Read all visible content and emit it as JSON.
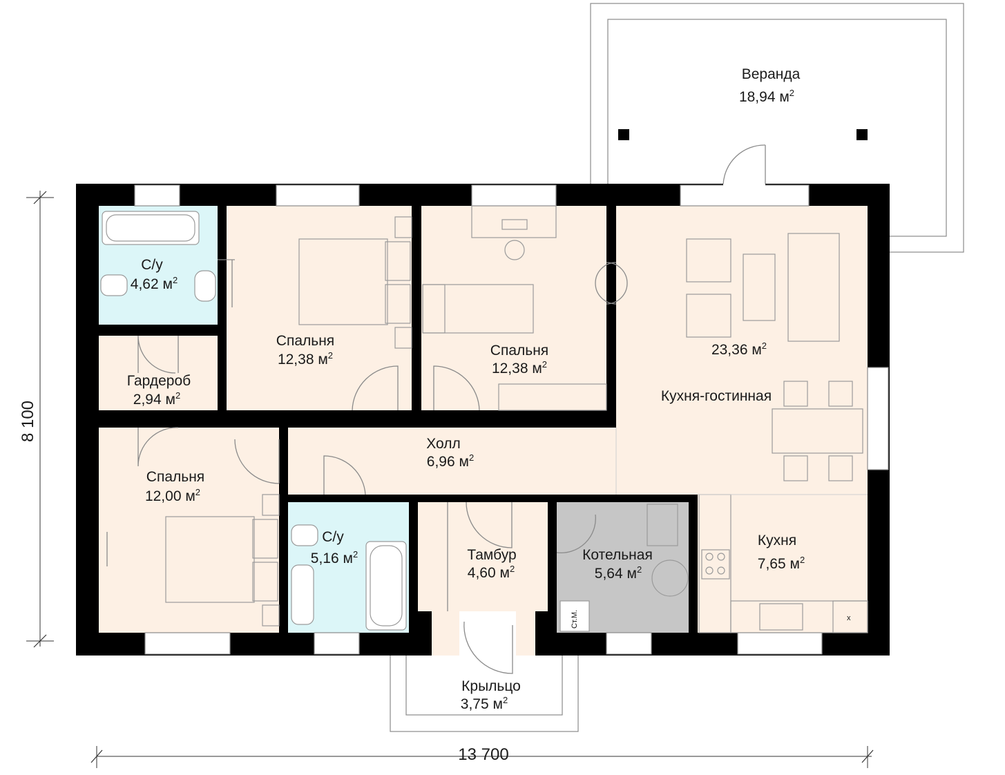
{
  "colors": {
    "wall": "#000000",
    "room_fill": "#fdf0e4",
    "bathroom_fill": "#dcf6f8",
    "boiler_fill": "#c6c6c6",
    "outside_fill": "#ffffff"
  },
  "dimensions": {
    "width": "13 700",
    "height": "8 100"
  },
  "area_unit": "м",
  "rooms": {
    "veranda": {
      "name": "Веранда",
      "area": "18,94"
    },
    "bath1": {
      "name": "С/у",
      "area": "4,62"
    },
    "bedroom1": {
      "name": "Спальня",
      "area": "12,38"
    },
    "bedroom2": {
      "name": "Спальня",
      "area": "12,38"
    },
    "living": {
      "name": "Кухня-гостинная",
      "area": "23,36"
    },
    "wardrobe": {
      "name": "Гардероб",
      "area": "2,94"
    },
    "hall": {
      "name": "Холл",
      "area": "6,96"
    },
    "bedroom3": {
      "name": "Спальня",
      "area": "12,00"
    },
    "bath2": {
      "name": "С/у",
      "area": "5,16"
    },
    "vestibule": {
      "name": "Тамбур",
      "area": "4,60"
    },
    "boiler": {
      "name": "Котельная",
      "area": "5,64"
    },
    "kitchen": {
      "name": "Кухня",
      "area": "7,65"
    },
    "porch": {
      "name": "Крыльцо",
      "area": "3,75"
    }
  },
  "labels": {
    "riser": "Ст.М.",
    "sink_mark": "x"
  }
}
